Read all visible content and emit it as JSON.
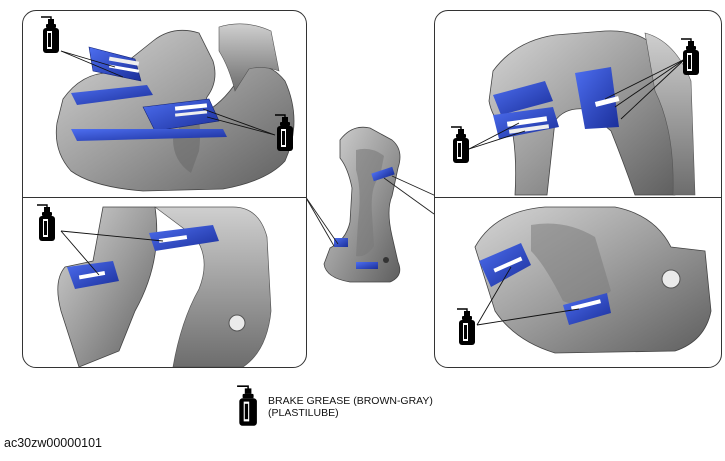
{
  "legend": {
    "line1": "BRAKE GREASE (BROWN-GRAY)",
    "line2": "(PLASTILUBE)",
    "icon": "grease-can-icon"
  },
  "figure_code": "ac30zw00000101",
  "colors": {
    "caliper_gray": "#9a9a9a",
    "shim_blue": "#2747c8",
    "outline": "#333333"
  }
}
